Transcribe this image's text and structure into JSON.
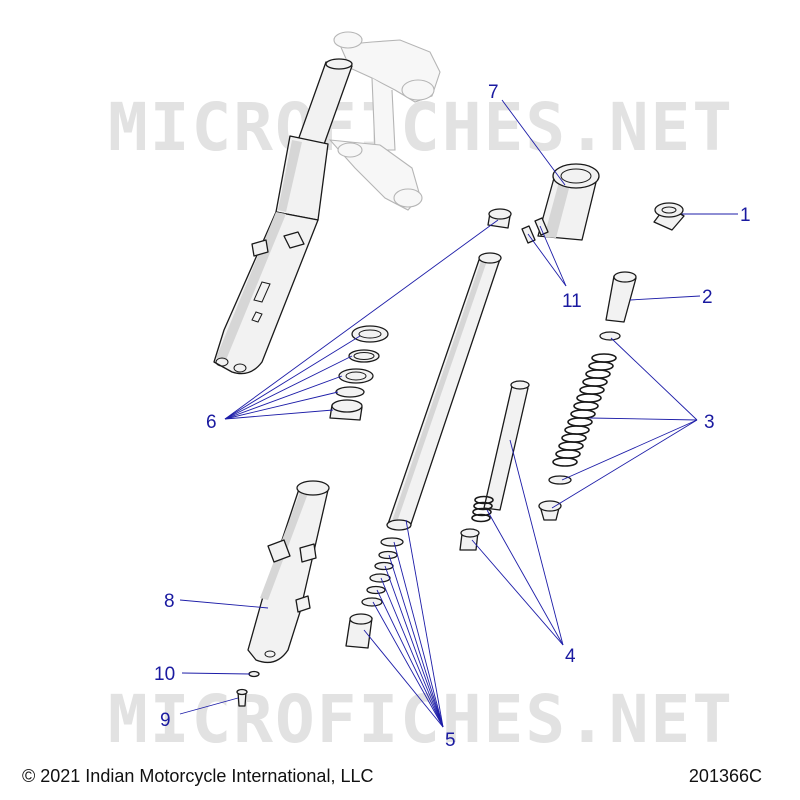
{
  "watermark": "MICROFICHES.NET",
  "footer": {
    "copyright": "© 2021 Indian Motorcycle International, LLC",
    "drawing_number": "201366C"
  },
  "callouts": {
    "c1": "1",
    "c2": "2",
    "c3": "3",
    "c4": "4",
    "c5": "5",
    "c6": "6",
    "c7": "7",
    "c8": "8",
    "c9": "9",
    "c10": "10",
    "c11": "11"
  },
  "colors": {
    "callout_text": "#1a1aa0",
    "leader_line": "#1d1da8",
    "line_art": "#1a1a1a"
  }
}
